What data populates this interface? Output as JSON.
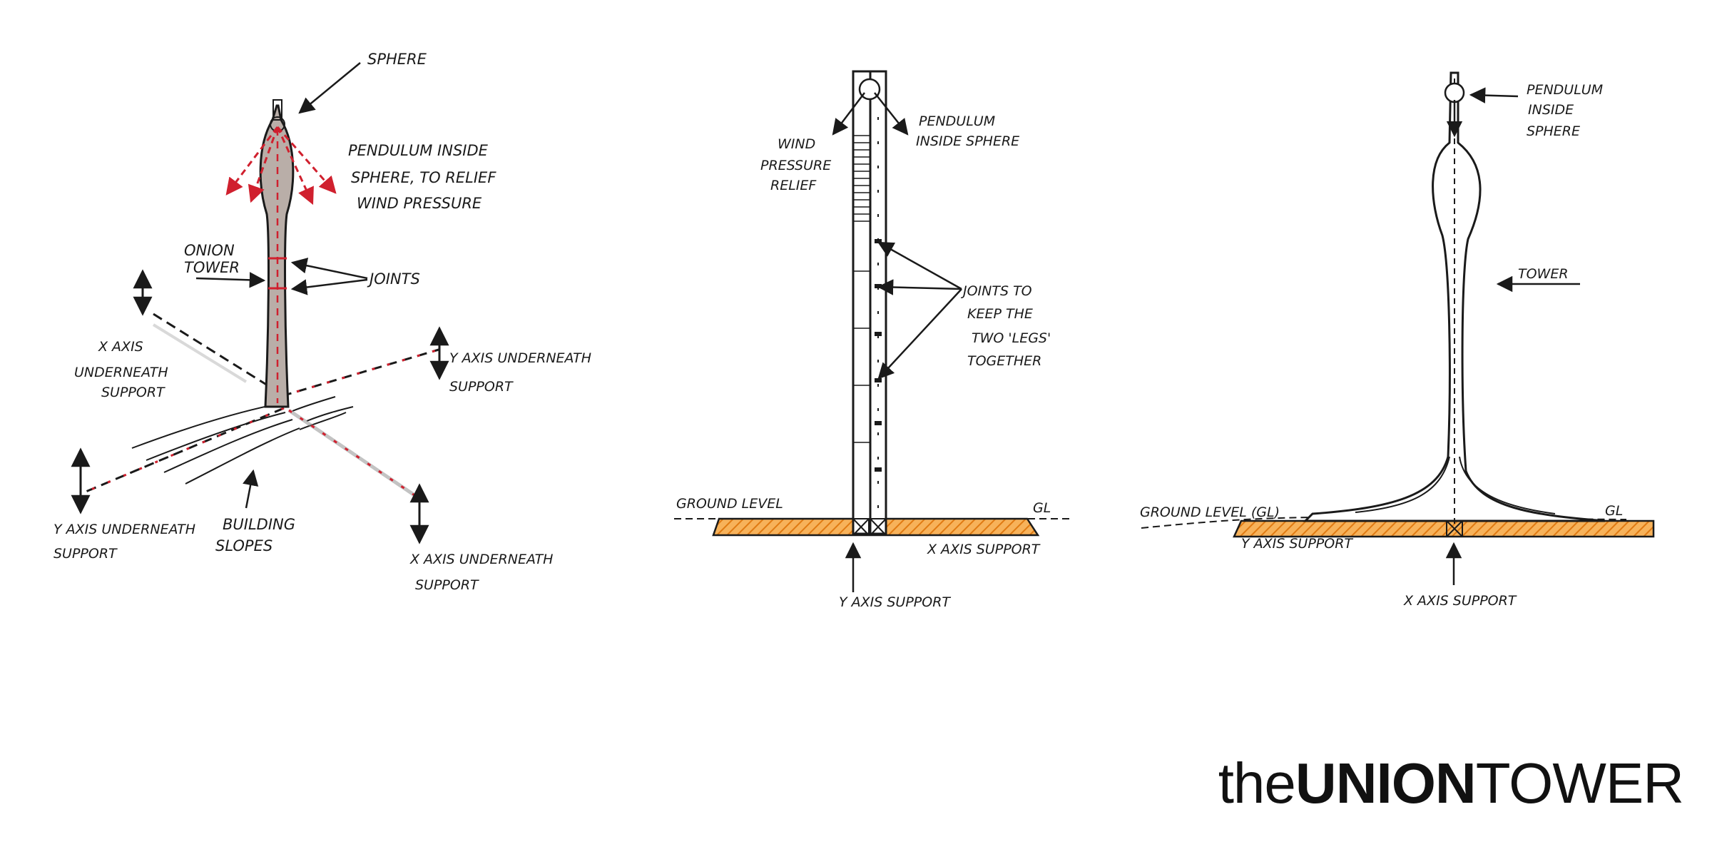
{
  "sketch1": {
    "sphere": "SPHERE",
    "pendulum": [
      "PENDULUM INSIDE",
      "SPHERE, TO RELIEF",
      "WIND PRESSURE"
    ],
    "union_tower": [
      "ONION",
      "TOWER"
    ],
    "joints": "JOINTS",
    "x_axis_support": [
      "X AXIS",
      "UNDERNEATH",
      "SUPPORT"
    ],
    "y_axis_support_right": [
      "Y AXIS UNDERNEATH",
      "SUPPORT"
    ],
    "y_axis_support_left": [
      "Y AXIS UNDERNEATH",
      "SUPPORT"
    ],
    "building_slopes": [
      "BUILDING",
      "SLOPES"
    ],
    "x_axis_support_bottom": [
      "X AXIS UNDERNEATH",
      "SUPPORT"
    ]
  },
  "sketch2": {
    "wind_relief": [
      "WIND",
      "PRESSURE",
      "RELIEF"
    ],
    "pendulum": [
      "PENDULUM",
      "INSIDE SPHERE"
    ],
    "joints": [
      "JOINTS TO",
      "KEEP THE",
      "TWO 'LEGS'",
      "TOGETHER"
    ],
    "ground_level": "GROUND LEVEL",
    "gl": "GL",
    "x_axis_support": "X AXIS SUPPORT",
    "y_axis_support": "Y AXIS SUPPORT"
  },
  "sketch3": {
    "pendulum": [
      "PENDULUM",
      "INSIDE",
      "SPHERE"
    ],
    "tower": "TOWER",
    "ground_level": "GROUND LEVEL (GL)",
    "gl": "GL",
    "y_axis_support": "Y AXIS SUPPORT",
    "x_axis_support": "X AXIS SUPPORT"
  },
  "brand": {
    "prefix": "the",
    "bold": "UNION",
    "light": "TOWER"
  },
  "colors": {
    "ink": "#1a1a1a",
    "dash_red": "#d0202e",
    "ground_orange": "#f29a2e",
    "tower_shade": "#b9aea8"
  }
}
